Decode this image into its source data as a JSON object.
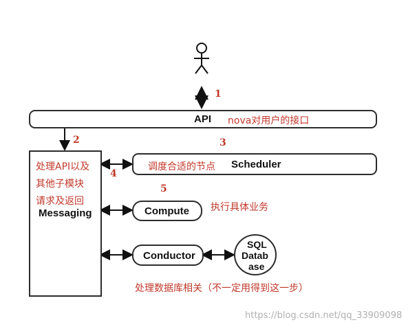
{
  "diagram": {
    "api_label": "API",
    "api_note": "nova对用户的接口",
    "messaging_note_lines": [
      "处理API以及",
      "其他子模块",
      "请求及返回"
    ],
    "messaging_label": "Messaging",
    "scheduler_note": "调度合适的节点",
    "scheduler_label": "Scheduler",
    "compute_label": "Compute",
    "compute_note": "执行具体业务",
    "conductor_label": "Conductor",
    "conductor_note": "处理数据库相关（不一定用得到这一步）",
    "database_label_lines": [
      "SQL",
      "Datab",
      "ase"
    ],
    "step_numbers": [
      "1",
      "2",
      "3",
      "4",
      "5"
    ]
  },
  "watermark": "https://blog.csdn.net/qq_33909098",
  "colors": {
    "note_red": "#c0392b",
    "line": "#2b2b2b"
  }
}
